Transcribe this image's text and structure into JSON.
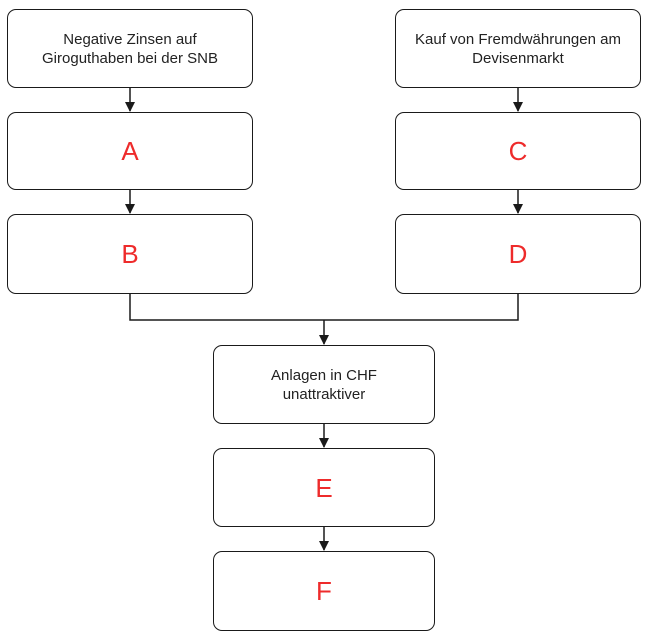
{
  "diagram": {
    "nodes": {
      "negative_interest": "Negative Zinsen auf\nGiroguthaben bei der SNB",
      "a": "A",
      "b": "B",
      "fx_purchase": "Kauf von Fremdwährungen am\nDevisenmarkt",
      "c": "C",
      "d": "D",
      "chf_unattractive": "Anlagen in CHF\nunattraktiver",
      "e": "E",
      "f": "F"
    },
    "edges": [
      {
        "from": "negative_interest",
        "to": "a"
      },
      {
        "from": "a",
        "to": "b"
      },
      {
        "from": "fx_purchase",
        "to": "c"
      },
      {
        "from": "c",
        "to": "d"
      },
      {
        "from": "b",
        "to": "chf_unattractive"
      },
      {
        "from": "d",
        "to": "chf_unattractive"
      },
      {
        "from": "chf_unattractive",
        "to": "e"
      },
      {
        "from": "e",
        "to": "f"
      }
    ],
    "colors": {
      "letter": "#ee2b2b",
      "text": "#222222",
      "stroke": "#1a1a1a"
    }
  }
}
